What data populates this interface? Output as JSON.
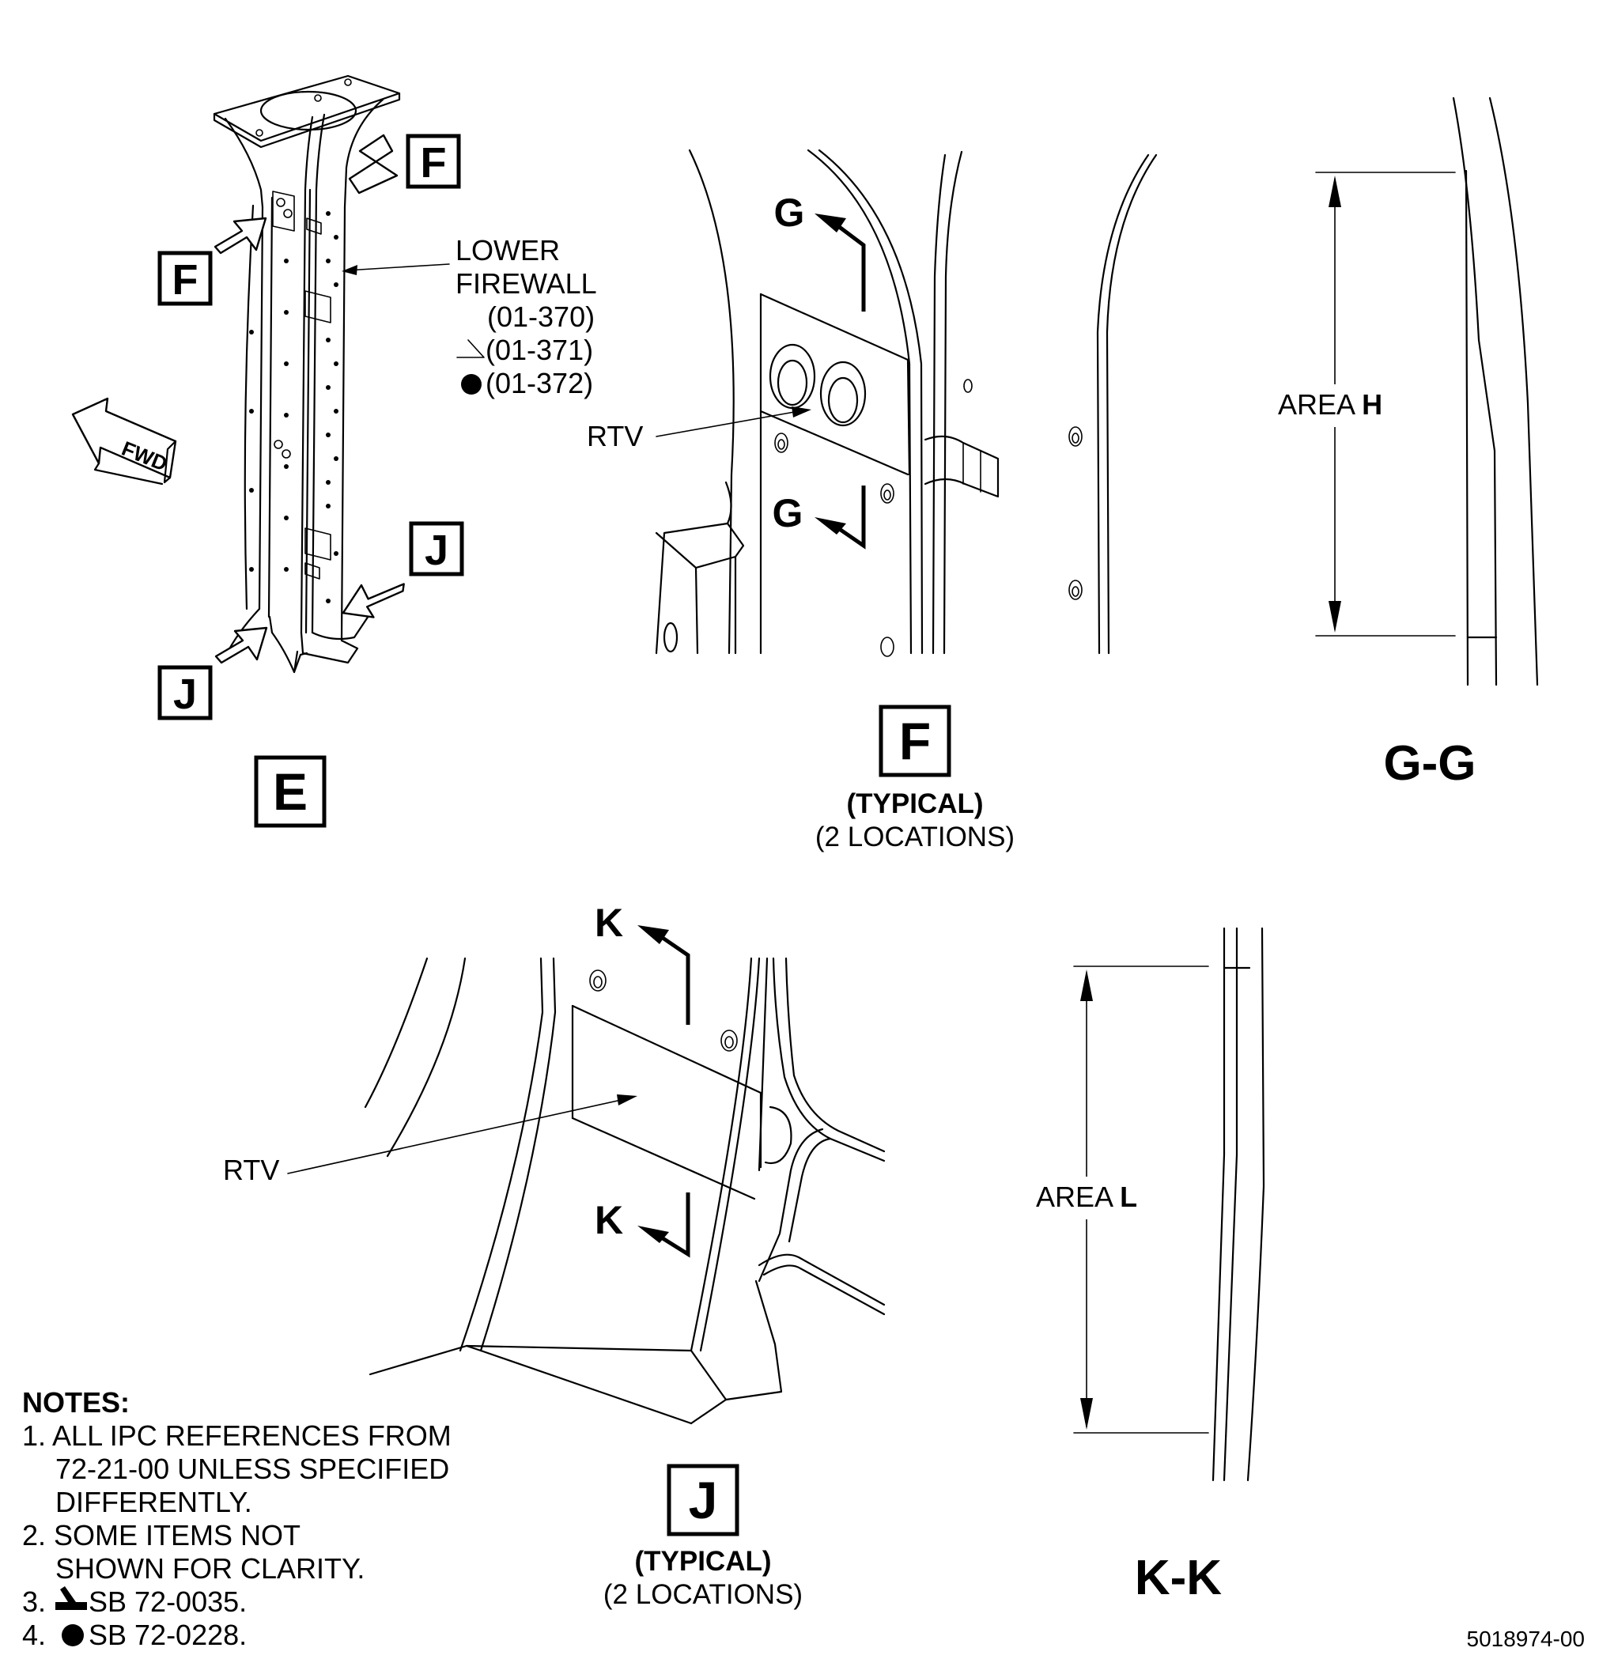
{
  "view_e": {
    "view_label": "E",
    "callout_f": "F",
    "callout_j": "J",
    "fwd_label": "FWD",
    "firewall_label_1": "LOWER",
    "firewall_label_2": "FIREWALL",
    "ref_1": "(01-370)",
    "ref_2": "(01-371)",
    "ref_3": "(01-372)"
  },
  "view_f": {
    "view_label": "F",
    "section_letter": "G",
    "rtv_label": "RTV",
    "typical": "(TYPICAL)",
    "locations": "(2 LOCATIONS)"
  },
  "section_gg": {
    "title": "G-G",
    "area_prefix": "AREA ",
    "area_letter": "H"
  },
  "view_j": {
    "view_label": "J",
    "section_letter": "K",
    "rtv_label": "RTV",
    "typical": "(TYPICAL)",
    "locations": "(2 LOCATIONS)"
  },
  "section_kk": {
    "title": "K-K",
    "area_prefix": "AREA ",
    "area_letter": "L"
  },
  "notes": {
    "heading": "NOTES:",
    "n1_a": "1. ALL IPC REFERENCES FROM",
    "n1_b": "72-21-00 UNLESS SPECIFIED",
    "n1_c": "DIFFERENTLY.",
    "n2_a": "2. SOME ITEMS NOT",
    "n2_b": "SHOWN FOR CLARITY.",
    "n3_num": "3.",
    "n3_text": "SB 72-0035.",
    "n4_num": "4.",
    "n4_text": "SB 72-0228."
  },
  "doc_number": "5018974-00"
}
